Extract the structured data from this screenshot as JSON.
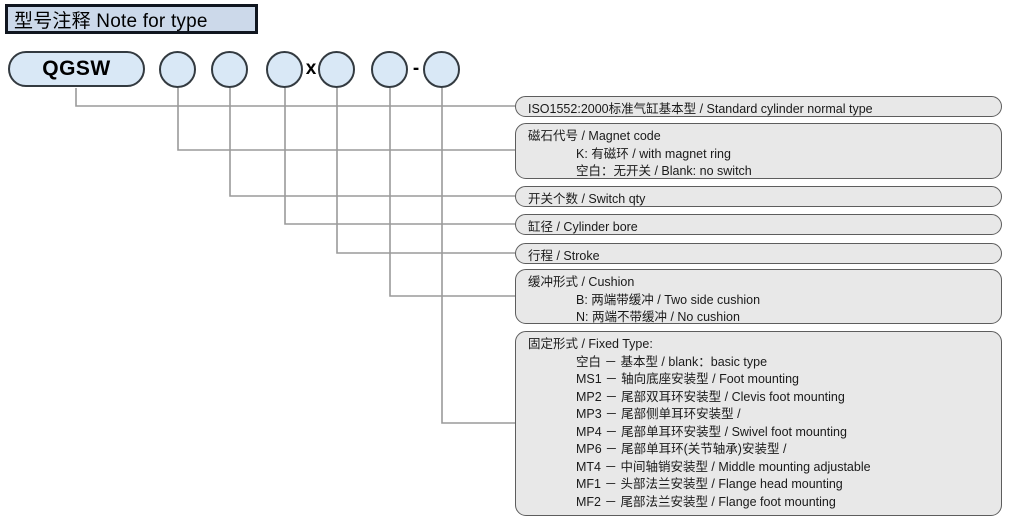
{
  "header": {
    "title": "型号注释 Note for type"
  },
  "code_row": {
    "series_label": "QGSW",
    "separators": [
      {
        "symbol": "x"
      },
      {
        "symbol": "-"
      }
    ],
    "placeholders": 6
  },
  "notes": [
    {
      "key": "standard-type",
      "lines": [
        {
          "text": "ISO1552:2000标准气缸基本型 / Standard cylinder normal type",
          "indent": false
        }
      ]
    },
    {
      "key": "magnet-code",
      "lines": [
        {
          "text": "磁石代号 / Magnet code",
          "indent": false
        },
        {
          "text": "K: 有磁环 / with magnet ring",
          "indent": true
        },
        {
          "text": "空白：无开关 / Blank: no switch",
          "indent": true
        }
      ]
    },
    {
      "key": "switch-qty",
      "lines": [
        {
          "text": "开关个数 / Switch qty",
          "indent": false
        }
      ]
    },
    {
      "key": "cylinder-bore",
      "lines": [
        {
          "text": "缸径 / Cylinder bore",
          "indent": false
        }
      ]
    },
    {
      "key": "stroke",
      "lines": [
        {
          "text": "行程 / Stroke",
          "indent": false
        }
      ]
    },
    {
      "key": "cushion",
      "lines": [
        {
          "text": "缓冲形式 / Cushion",
          "indent": false
        },
        {
          "text": "B: 两端带缓冲 / Two side cushion",
          "indent": true
        },
        {
          "text": "N: 两端不带缓冲 / No cushion",
          "indent": true
        }
      ]
    },
    {
      "key": "fixed-type",
      "lines": [
        {
          "text": "固定形式 / Fixed Type:",
          "indent": false
        },
        {
          "text": "空白 － 基本型 / blank：basic type",
          "indent": true
        },
        {
          "text": "MS1 － 轴向底座安装型 / Foot mounting",
          "indent": true
        },
        {
          "text": "MP2 － 尾部双耳环安装型 / Clevis foot mounting",
          "indent": true
        },
        {
          "text": "MP3 － 尾部侧单耳环安装型 /",
          "indent": true
        },
        {
          "text": "MP4 － 尾部单耳环安装型 / Swivel foot mounting",
          "indent": true
        },
        {
          "text": "MP6 － 尾部单耳环(关节轴承)安装型 /",
          "indent": true
        },
        {
          "text": "MT4 － 中间轴销安装型 / Middle mounting adjustable",
          "indent": true
        },
        {
          "text": "MF1 － 头部法兰安装型 / Flange head mounting",
          "indent": true
        },
        {
          "text": "MF2 － 尾部法兰安装型 / Flange foot mounting",
          "indent": true
        }
      ]
    }
  ],
  "colors": {
    "header_fill": "#ccd9ea",
    "header_border": "#10161f",
    "token_fill": "#d9e8f6",
    "token_border": "#333a40",
    "note_fill": "#e8e8e8",
    "note_border": "#5d5d5d",
    "wire": "#9a9a9a",
    "page_background": "#ffffff"
  }
}
